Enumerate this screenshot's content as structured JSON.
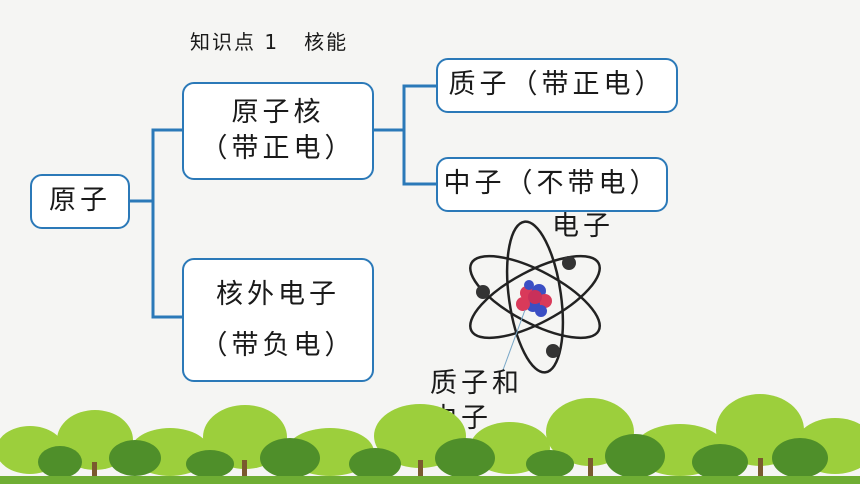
{
  "title": "知识点 1   核能",
  "nodes": {
    "atom": "原子",
    "nucleus_line1": "原子核",
    "nucleus_line2": "（带正电）",
    "proton": "质子（带正电）",
    "neutron": "中子（不带电）",
    "electrons_line1": "核外电子",
    "electrons_line2": "（带负电）"
  },
  "atom_labels": {
    "electron": "电子",
    "nucleons_line1": "质子和",
    "nucleons_line2": "中子"
  },
  "colors": {
    "accent": "#2b79b8",
    "proton": "#d93a5a",
    "neutron": "#3b4fc4",
    "electron": "#333333",
    "tree_light": "#9ccf3c",
    "tree_dark": "#4f8f2a"
  }
}
